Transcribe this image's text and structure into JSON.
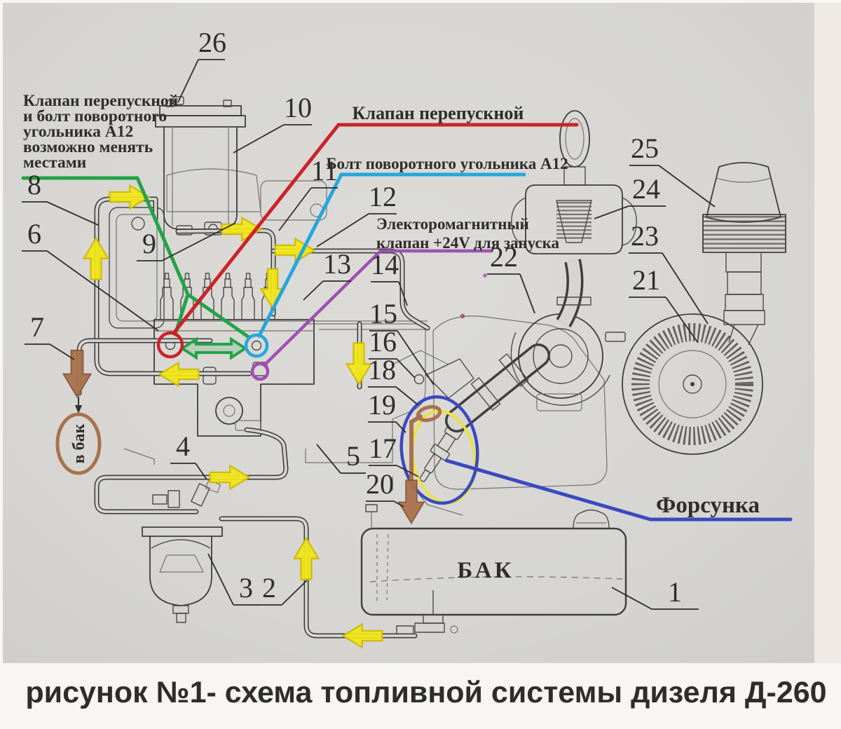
{
  "figure": {
    "caption": "рисунок №1- схема топливной системы дизеля Д-260",
    "caption_color": "#e32126"
  },
  "labels": {
    "swap_note": {
      "lines": [
        "Клапан перепускной",
        "и болт поворотного",
        "угольника А12",
        "возможно менять",
        "местами"
      ],
      "color": "#2d9e4f"
    },
    "bypass_valve": {
      "text": "Клапан перепускной",
      "color": "#cc2229"
    },
    "elbow_bolt": {
      "text": "Болт поворотного угольника А12",
      "color": "#25a6dc"
    },
    "solenoid_valve": {
      "lines": [
        "Электоромагнитный",
        "клапан +24V для запуска"
      ],
      "color": "#9f4fb5"
    },
    "injector": {
      "text": "Форсунка",
      "color": "#3a49c0"
    },
    "tank": {
      "text": "БАК",
      "color": "#b5794a"
    },
    "to_tank": {
      "text": "в бак"
    }
  },
  "part_numbers": [
    "1",
    "2",
    "3",
    "4",
    "5",
    "6",
    "7",
    "8",
    "9",
    "10",
    "11",
    "12",
    "13",
    "14",
    "15",
    "16",
    "17",
    "18",
    "19",
    "20",
    "21",
    "22",
    "23",
    "24",
    "25",
    "26"
  ],
  "palette": {
    "flow_arrow_yellow": "#f3e716",
    "swap_green": "#22a347",
    "bypass_red": "#cc2229",
    "elbow_cyan": "#25a6dc",
    "solenoid_purple": "#9f4fb5",
    "injector_blue": "#3a49c0",
    "drain_brown": "#a9714b",
    "lineart": "#3f3e3c",
    "paper": "#d6d5d2"
  }
}
